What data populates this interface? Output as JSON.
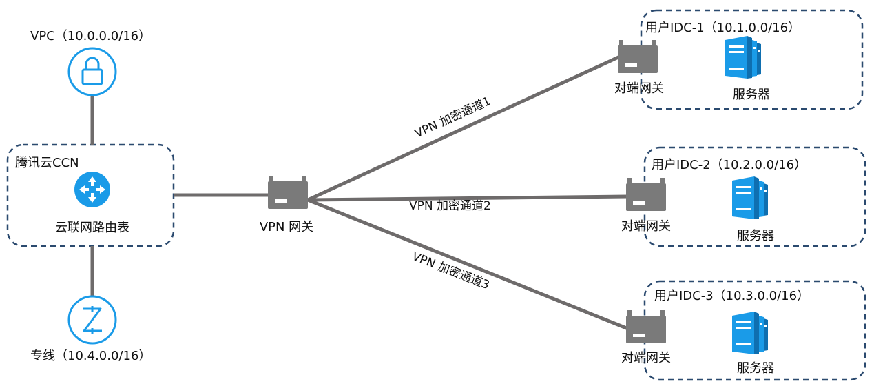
{
  "vpc": {
    "label": "VPC（10.0.0.0/16）",
    "icon": "lock-icon"
  },
  "ccn": {
    "title": "腾讯云CCN",
    "route_table_label": "云联网路由表",
    "icon": "router-icon"
  },
  "direct_connect": {
    "label": "专线（10.4.0.0/16）",
    "icon": "direct-connect-icon"
  },
  "vpn_gateway": {
    "label": "VPN 网关",
    "icon": "gateway-icon"
  },
  "tunnels": [
    {
      "label": "VPN 加密通道1"
    },
    {
      "label": "VPN 加密通道2"
    },
    {
      "label": "VPN 加密通道3"
    }
  ],
  "idcs": [
    {
      "title": "用户IDC-1（10.1.0.0/16）",
      "gateway_label": "对端网关",
      "server_label": "服务器"
    },
    {
      "title": "用户IDC-2（10.2.0.0/16）",
      "gateway_label": "对端网关",
      "server_label": "服务器"
    },
    {
      "title": "用户IDC-3（10.3.0.0/16）",
      "gateway_label": "对端网关",
      "server_label": "服务器"
    }
  ],
  "colors": {
    "accent_blue": "#1a9be8",
    "dash_border": "#2b4a6f",
    "line_gray": "#6e6b6b",
    "gateway_gray": "#7a7a7a"
  }
}
